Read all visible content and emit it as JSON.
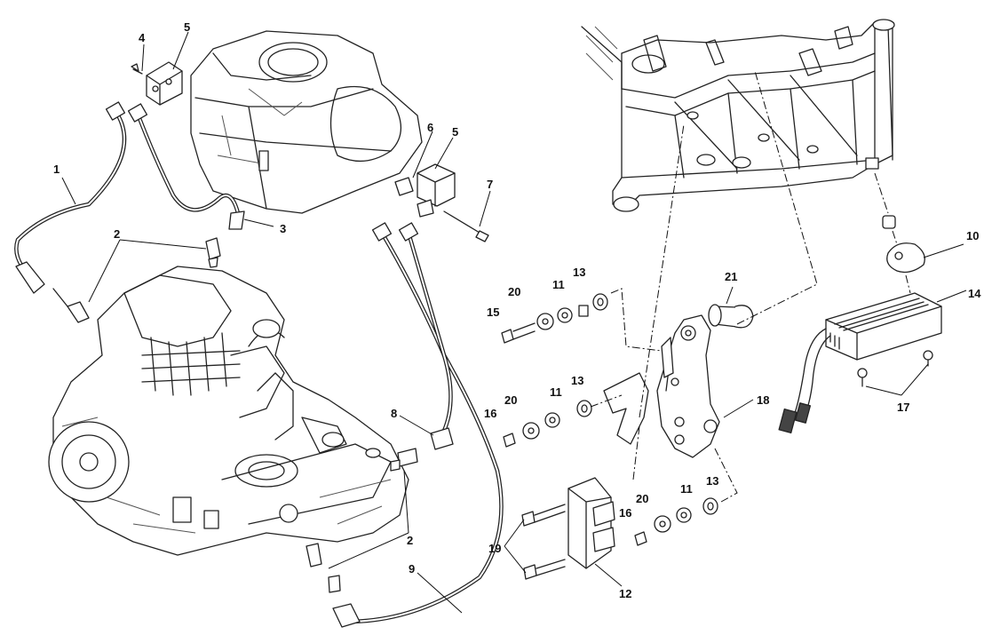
{
  "diagram": {
    "callouts": [
      {
        "id": "c1",
        "label": "1"
      },
      {
        "id": "c2a",
        "label": "2"
      },
      {
        "id": "c2b",
        "label": "2"
      },
      {
        "id": "c3",
        "label": "3"
      },
      {
        "id": "c4",
        "label": "4"
      },
      {
        "id": "c5a",
        "label": "5"
      },
      {
        "id": "c5b",
        "label": "5"
      },
      {
        "id": "c6",
        "label": "6"
      },
      {
        "id": "c7",
        "label": "7"
      },
      {
        "id": "c8",
        "label": "8"
      },
      {
        "id": "c9",
        "label": "9"
      },
      {
        "id": "c10",
        "label": "10"
      },
      {
        "id": "c11a",
        "label": "11"
      },
      {
        "id": "c11b",
        "label": "11"
      },
      {
        "id": "c11c",
        "label": "11"
      },
      {
        "id": "c12",
        "label": "12"
      },
      {
        "id": "c13a",
        "label": "13"
      },
      {
        "id": "c13b",
        "label": "13"
      },
      {
        "id": "c13c",
        "label": "13"
      },
      {
        "id": "c14",
        "label": "14"
      },
      {
        "id": "c15",
        "label": "15"
      },
      {
        "id": "c16a",
        "label": "16"
      },
      {
        "id": "c16b",
        "label": "16"
      },
      {
        "id": "c17",
        "label": "17"
      },
      {
        "id": "c18",
        "label": "18"
      },
      {
        "id": "c19",
        "label": "19"
      },
      {
        "id": "c20a",
        "label": "20"
      },
      {
        "id": "c20b",
        "label": "20"
      },
      {
        "id": "c20c",
        "label": "20"
      },
      {
        "id": "c21",
        "label": "21"
      }
    ]
  }
}
